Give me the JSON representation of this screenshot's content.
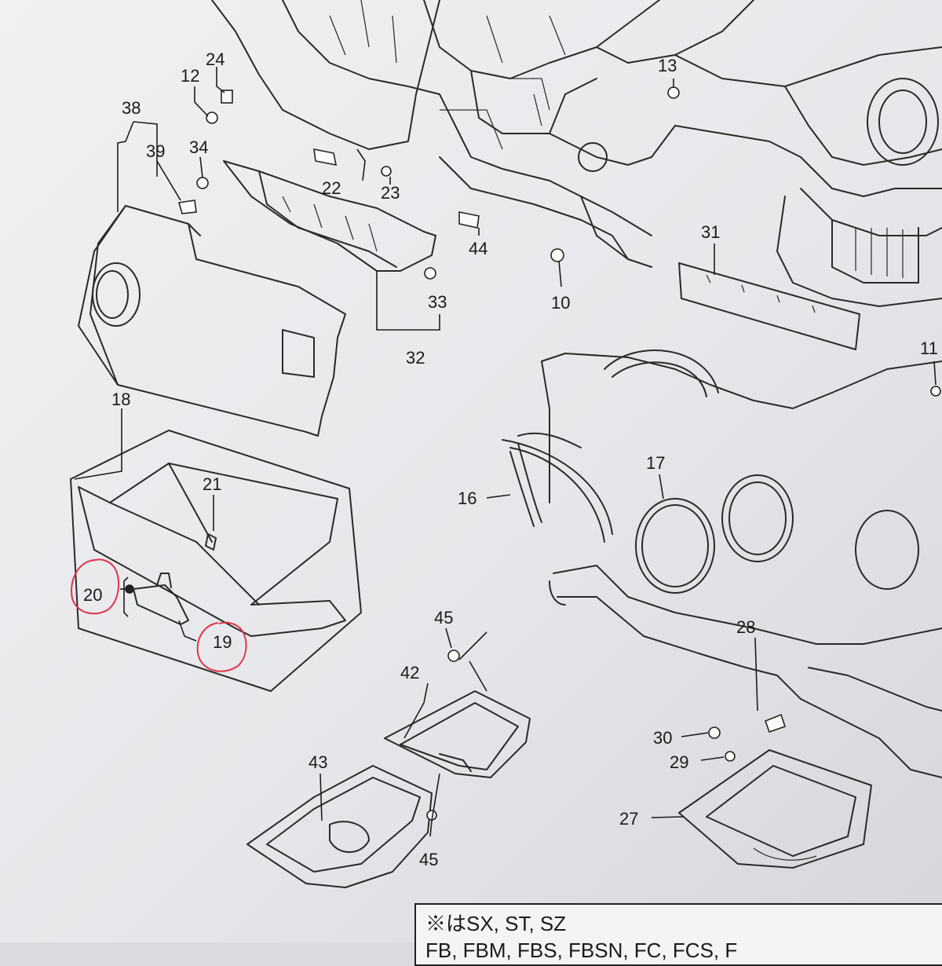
{
  "diagram": {
    "callouts": {
      "c10": "10",
      "c11": "11",
      "c12": "12",
      "c13": "13",
      "c16": "16",
      "c17": "17",
      "c18": "18",
      "c19": "19",
      "c20": "20",
      "c21": "21",
      "c22": "22",
      "c23": "23",
      "c24": "24",
      "c27": "27",
      "c28": "28",
      "c29": "29",
      "c30": "30",
      "c31": "31",
      "c32": "32",
      "c33": "33",
      "c34": "34",
      "c38": "38",
      "c39": "39",
      "c42": "42",
      "c43": "43",
      "c44": "44",
      "c45a": "45",
      "c45b": "45"
    },
    "highlighted_callouts": [
      "19",
      "20"
    ],
    "highlight_color": "#e0354a"
  },
  "note": {
    "line1": "※はSX, ST, SZ",
    "line2": "FB, FBM, FBS, FBSN, FC, FCS, F"
  }
}
